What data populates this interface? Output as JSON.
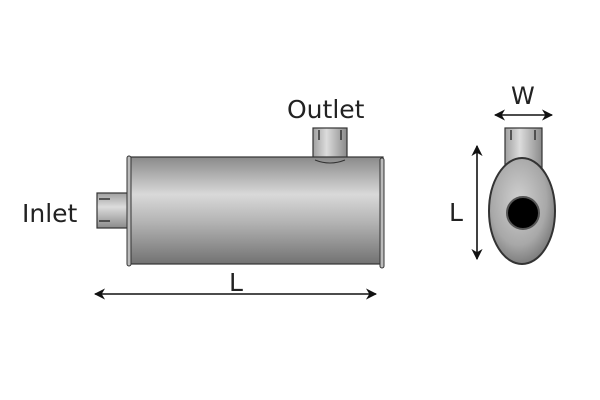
{
  "diagram": {
    "labels": {
      "inlet": "Inlet",
      "outlet": "Outlet",
      "length_front": "L",
      "length_side": "L",
      "width": "W"
    },
    "colors": {
      "body_light": "#d8d8d8",
      "body_dark": "#7a7a7a",
      "outline": "#333333",
      "arrow": "#111111"
    }
  }
}
